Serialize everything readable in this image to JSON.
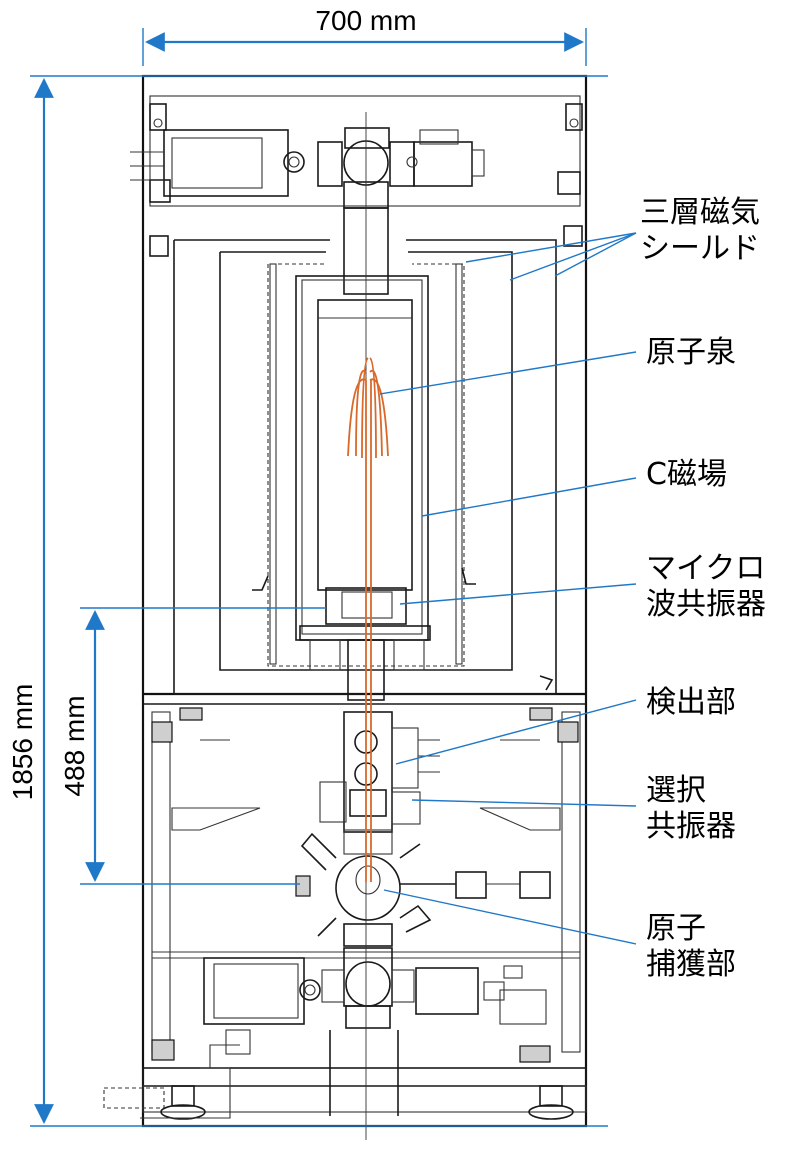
{
  "dimensions": {
    "width": "700 mm",
    "height": "1856 mm",
    "interaction_length": "488 mm"
  },
  "labels": {
    "shield_line1": "三層磁気",
    "shield_line2": "シールド",
    "fountain": "原子泉",
    "c_field": "C磁場",
    "microwave_line1": "マイクロ",
    "microwave_line2": "波共振器",
    "detection": "検出部",
    "selection_line1": "選択",
    "selection_line2": "共振器",
    "trap_line1": "原子",
    "trap_line2": "捕獲部"
  },
  "colors": {
    "dimension_line": "#1f78c8",
    "leader_line": "#1f78c8",
    "atom_trajectory": "#d9692a",
    "drawing": "#1a1a1a"
  }
}
